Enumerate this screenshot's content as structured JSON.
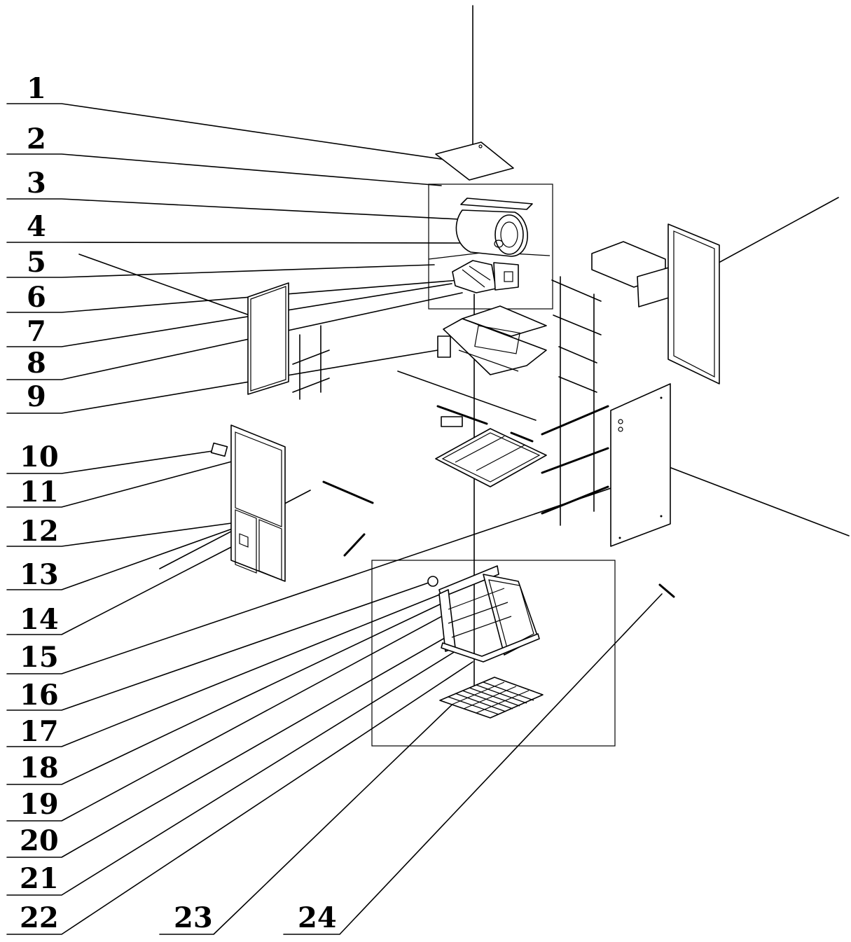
{
  "callouts": [
    "1",
    "2",
    "3",
    "4",
    "5",
    "6",
    "7",
    "8",
    "9",
    "10",
    "11",
    "12",
    "13",
    "14",
    "15",
    "16",
    "17",
    "18",
    "19",
    "20",
    "21",
    "22",
    "23",
    "24"
  ]
}
